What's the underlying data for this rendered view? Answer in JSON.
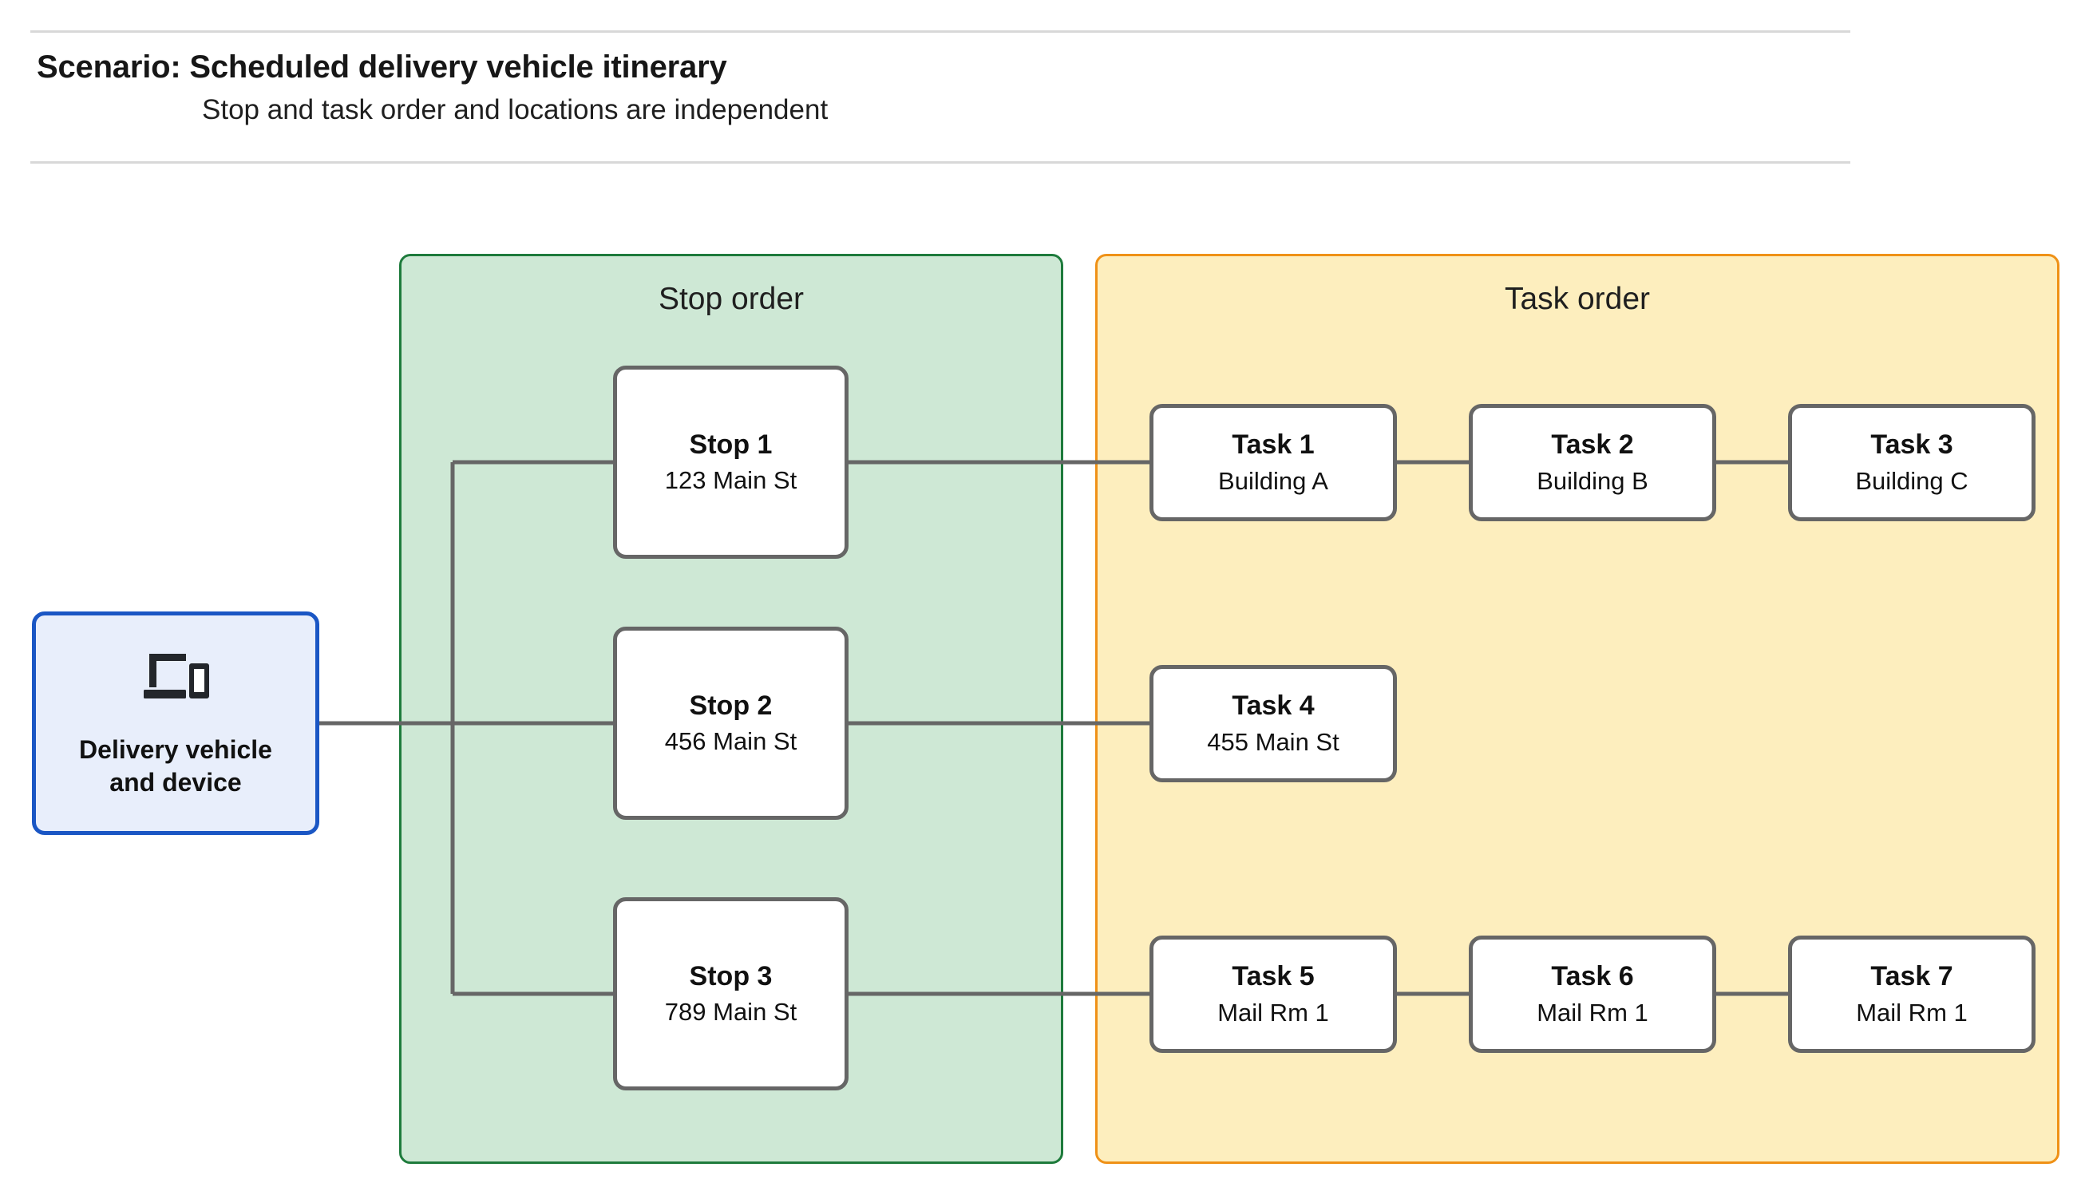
{
  "header": {
    "title": "Scenario: Scheduled delivery vehicle itinerary",
    "subtitle": "Stop and task order and locations are independent"
  },
  "vehicle": {
    "icon": "devices-icon",
    "label": "Delivery vehicle\nand device",
    "fill": "#e8eefb",
    "border": "#1a56c4"
  },
  "stop_panel": {
    "title": "Stop order",
    "fill": "#cee8d5",
    "border": "#1e7b3c",
    "stops": [
      {
        "title": "Stop 1",
        "location": "123 Main St"
      },
      {
        "title": "Stop 2",
        "location": "456 Main St"
      },
      {
        "title": "Stop 3",
        "location": "789 Main St"
      }
    ]
  },
  "task_panel": {
    "title": "Task order",
    "fill": "#fdeebe",
    "border": "#ef9117",
    "rows": [
      {
        "tasks": [
          {
            "title": "Task 1",
            "location": "Building A"
          },
          {
            "title": "Task 2",
            "location": "Building B"
          },
          {
            "title": "Task 3",
            "location": "Building C"
          }
        ]
      },
      {
        "tasks": [
          {
            "title": "Task 4",
            "location": "455 Main St"
          }
        ]
      },
      {
        "tasks": [
          {
            "title": "Task 5",
            "location": "Mail Rm 1"
          },
          {
            "title": "Task 6",
            "location": "Mail Rm 1"
          },
          {
            "title": "Task 7",
            "location": "Mail Rm 1"
          }
        ]
      }
    ]
  },
  "connector_color": "#666666"
}
